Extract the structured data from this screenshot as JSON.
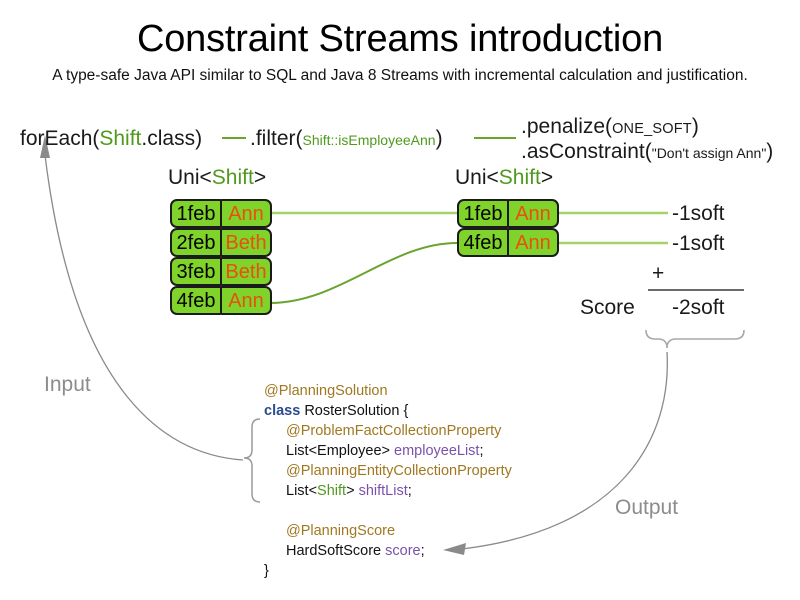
{
  "header": {
    "title": "Constraint Streams introduction",
    "subtitle": "A type-safe Java API similar to SQL and Java 8 Streams with incremental calculation and justification."
  },
  "pipeline": {
    "foreach": {
      "prefix": "forEach(",
      "type": "Shift",
      "suffix": ".class)"
    },
    "filter": {
      "prefix": ".filter(",
      "arg": "Shift::isEmployeeAnn",
      "suffix": ")"
    },
    "penalize": {
      "prefix": ".penalize(",
      "arg": "ONE_SOFT",
      "suffix": ")"
    },
    "as_constraint": {
      "prefix": ".asConstraint(",
      "arg": "\"Don't assign Ann\"",
      "suffix": ")"
    }
  },
  "streams": {
    "left": {
      "label_prefix": "Uni<",
      "label_type": "Shift",
      "label_suffix": ">",
      "rows": [
        {
          "date": "1feb",
          "name": "Ann"
        },
        {
          "date": "2feb",
          "name": "Beth"
        },
        {
          "date": "3feb",
          "name": "Beth"
        },
        {
          "date": "4feb",
          "name": "Ann"
        }
      ]
    },
    "right": {
      "label_prefix": "Uni<",
      "label_type": "Shift",
      "label_suffix": ">",
      "rows": [
        {
          "date": "1feb",
          "name": "Ann"
        },
        {
          "date": "4feb",
          "name": "Ann"
        }
      ]
    }
  },
  "score": {
    "penalties": [
      "-1soft",
      "-1soft"
    ],
    "operator": "+",
    "label": "Score",
    "total": "-2soft"
  },
  "annotations": {
    "input": "Input",
    "output": "Output"
  },
  "code": {
    "lines": [
      {
        "indent": 0,
        "parts": [
          {
            "t": "@PlanningSolution",
            "c": "ann"
          }
        ]
      },
      {
        "indent": 0,
        "parts": [
          {
            "t": "class",
            "c": "kw"
          },
          {
            "t": " RosterSolution {",
            "c": ""
          }
        ]
      },
      {
        "indent": 1,
        "parts": [
          {
            "t": "@ProblemFactCollectionProperty",
            "c": "ann"
          }
        ]
      },
      {
        "indent": 1,
        "parts": [
          {
            "t": "List<Employee> ",
            "c": ""
          },
          {
            "t": "employeeList",
            "c": "var"
          },
          {
            "t": ";",
            "c": ""
          }
        ]
      },
      {
        "indent": 1,
        "parts": [
          {
            "t": "@PlanningEntityCollectionProperty",
            "c": "ann"
          }
        ]
      },
      {
        "indent": 1,
        "parts": [
          {
            "t": "List<",
            "c": ""
          },
          {
            "t": "Shift",
            "c": "green"
          },
          {
            "t": "> ",
            "c": ""
          },
          {
            "t": "shiftList",
            "c": "var"
          },
          {
            "t": ";",
            "c": ""
          }
        ]
      },
      {
        "indent": 0,
        "parts": []
      },
      {
        "indent": 1,
        "parts": [
          {
            "t": "@PlanningScore",
            "c": "ann"
          }
        ]
      },
      {
        "indent": 1,
        "parts": [
          {
            "t": "HardSoftScore ",
            "c": ""
          },
          {
            "t": "score",
            "c": "var"
          },
          {
            "t": ";",
            "c": ""
          }
        ]
      },
      {
        "indent": 0,
        "parts": [
          {
            "t": "}",
            "c": ""
          }
        ]
      }
    ]
  },
  "colors": {
    "box_fill": "#80d32a",
    "box_border": "#1b1b1b",
    "name_text": "#e8500f",
    "type_green": "#4f9a1e",
    "connector_green": "#8cc152",
    "annotation_gray": "#8c8c8c",
    "code_annotation": "#a07820",
    "code_keyword": "#2a4b8d",
    "code_variable": "#7b52ab"
  }
}
